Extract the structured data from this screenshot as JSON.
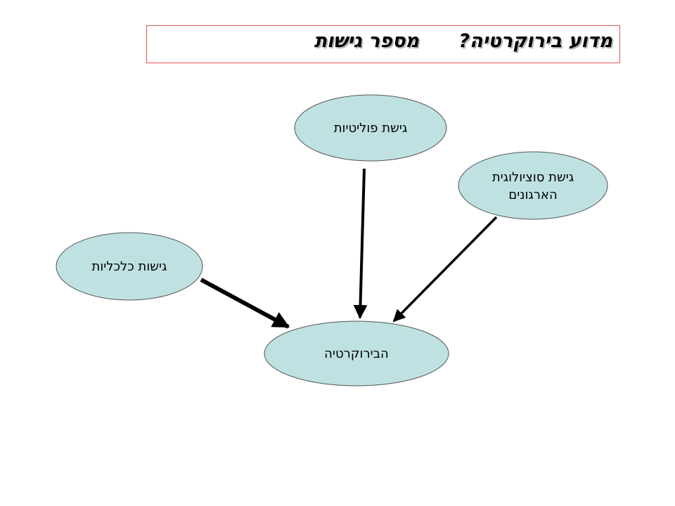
{
  "title": "מדוע בירוקרטיה?      מספר גישות",
  "colors": {
    "node_fill": "#bfe1e2",
    "node_stroke": "#555555",
    "arrow": "#000000",
    "title_border": "#e0554f"
  },
  "nodes": {
    "political": {
      "label": "גישת פוליטיות"
    },
    "sociological": {
      "line1": "גישת סוציולוגית",
      "line2": "הארגונים"
    },
    "economic": {
      "label": "גישות כלכליות"
    },
    "bureaucracy": {
      "label": "הבירוקרטיה"
    }
  }
}
